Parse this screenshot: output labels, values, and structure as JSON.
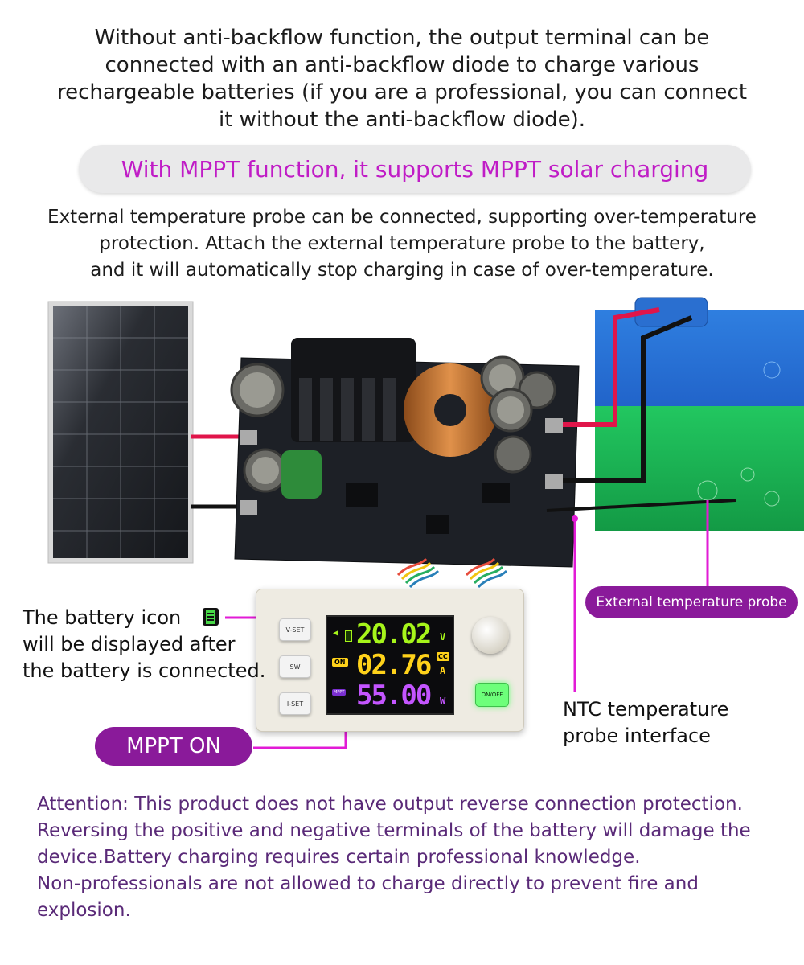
{
  "top_text": [
    "Without anti-backflow function, the output terminal can be",
    "connected with an anti-backflow diode to charge various",
    "rechargeable batteries (if you are a professional, you can connect",
    "it without the anti-backflow diode)."
  ],
  "mppt_banner": "With MPPT function, it supports MPPT solar charging",
  "temp_text": [
    "External temperature probe can be connected, supporting over-temperature",
    "protection. Attach the external temperature probe to the battery,",
    "and it will automatically stop charging in case of over-temperature."
  ],
  "callouts": {
    "battery_icon": [
      "The battery icon",
      "will be displayed after",
      "the battery is connected."
    ],
    "mppt_on": "MPPT ON",
    "ext_probe": "External temperature probe",
    "ntc": [
      "NTC temperature",
      "probe interface"
    ]
  },
  "device": {
    "buttons": [
      "V-SET",
      "SW",
      "I-SET"
    ],
    "onoff": "ON/OFF",
    "voltage": "20.02",
    "voltage_unit": "V",
    "current": "02.76",
    "current_unit": "A",
    "cc_badge": "CC",
    "on_badge": "ON",
    "power": "55.00",
    "power_unit": "W",
    "mppt_badge": "MPPT"
  },
  "attention": [
    "Attention: This product does not have output reverse connection protection.",
    "Reversing the positive and negative terminals of the battery will damage the",
    "device.Battery charging requires certain professional knowledge.",
    "Non-professionals are not allowed to charge directly to prevent fire and",
    "explosion."
  ],
  "colors": {
    "accent_magenta": "#c01cc6",
    "callout_purple": "#8a1a9a",
    "attention_text": "#5a2a78",
    "voltage_green": "#a6f51a",
    "current_yellow": "#ffd21a",
    "power_purple": "#c455ff"
  }
}
